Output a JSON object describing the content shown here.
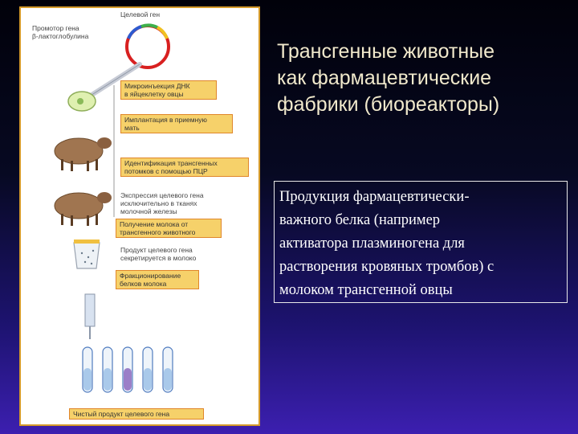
{
  "slide": {
    "title": "Трансгенные животные\nкак фармацевтические\nфабрики (биореакторы)",
    "body": "Продукция фармацевтически-\nважного белка (например\nактиватора плазминогена для\nрастворения кровяных тромбов) с\nмолоком трансгенной овцы"
  },
  "figure": {
    "target_gene_label": "Целевой ген",
    "promoter_label": "Промотор гена\nβ-лактоглобулина",
    "steps": [
      "Микроинъекция ДНК\nв яйцеклетку овцы",
      "Имплантация в приемную\nмать",
      "Идентификация трансгенных\nпотомков с помощью ПЦР",
      "Получение молока от\nтрансгенного животного",
      "Фракционирование\nбелков молока",
      "Чистый продукт целевого гена"
    ],
    "notes": [
      "Экспрессия целевого гена\nисключительно в тканях\nмолочной железы",
      "Продукт целевого гена\nсекретируется в молоко"
    ]
  },
  "colors": {
    "caption_fill": "#f6d16a",
    "caption_border": "#e0862a",
    "title_text": "#f1e9cc",
    "frame_border": "#d59a2a"
  }
}
